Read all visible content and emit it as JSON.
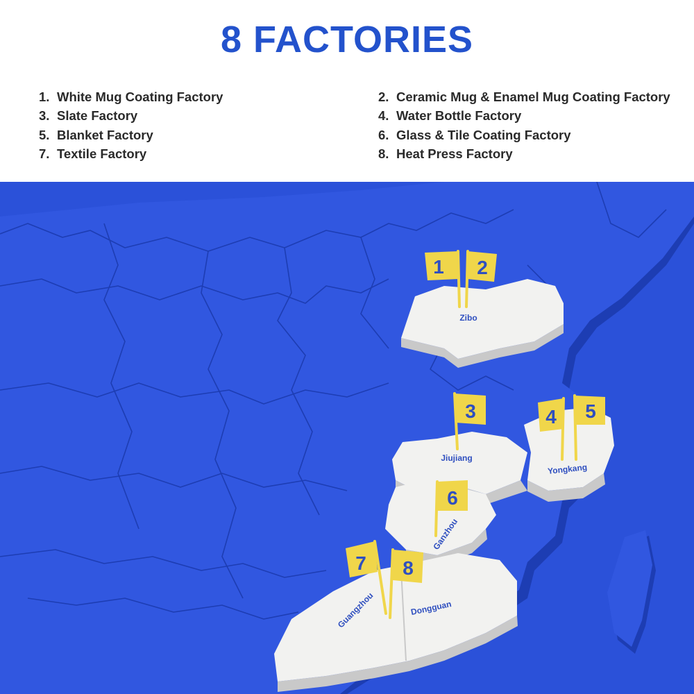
{
  "title": "8 FACTORIES",
  "factories": [
    {
      "num": "1.",
      "name": "White Mug Coating Factory"
    },
    {
      "num": "2.",
      "name": "Ceramic Mug & Enamel Mug Coating Factory"
    },
    {
      "num": "3.",
      "name": "Slate Factory"
    },
    {
      "num": "4.",
      "name": "Water Bottle Factory"
    },
    {
      "num": "5.",
      "name": "Blanket Factory"
    },
    {
      "num": "6.",
      "name": "Glass & Tile Coating Factory"
    },
    {
      "num": "7.",
      "name": "Textile Factory"
    },
    {
      "num": "8.",
      "name": "Heat Press Factory"
    }
  ],
  "map": {
    "regions": {
      "zibo": "Zibo",
      "jiujiang": "Jiujiang",
      "yongkang": "Yongkang",
      "ganzhou": "Ganzhou",
      "guangzhou": "Guangzhou",
      "dongguan": "Dongguan"
    },
    "flags": [
      "1",
      "2",
      "3",
      "4",
      "5",
      "6",
      "7",
      "8"
    ]
  },
  "colors": {
    "title": "#2352cc",
    "sea": "#2b51d9",
    "land": "#3157e0",
    "land_shadow": "#1d3db3",
    "highlight": "#f2f2f0",
    "highlight_side": "#c9c9c9",
    "flag": "#f0d64a",
    "flag_text": "#2f4fbf",
    "label_text": "#2f4fbf"
  }
}
